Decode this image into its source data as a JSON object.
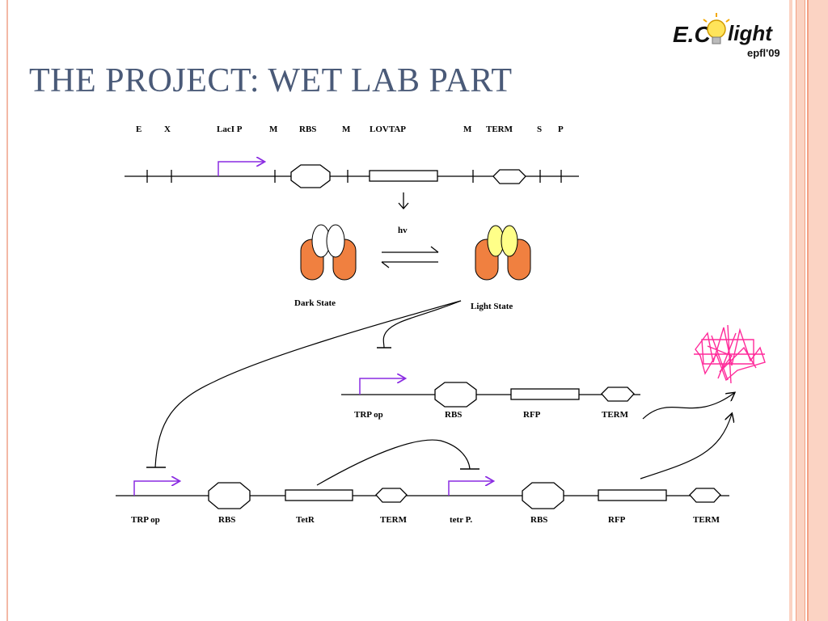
{
  "slide": {
    "title": "THE PROJECT: WET LAB PART",
    "colors": {
      "title": "#4a5a78",
      "border": "#f3b9a6",
      "stripe_light": "#fbd3c3",
      "stripe_dark": "#f2a084",
      "promoter_arrow": "#8a2be2",
      "orange": "#f08040",
      "yellow": "#ffff88",
      "pink": "#ff2a9a"
    },
    "logo": {
      "icon": "lightbulb-icon",
      "text_left": "E.C",
      "text_right": "light",
      "subtext": "epfl'09"
    }
  },
  "diagram": {
    "construct1_labels": [
      "E",
      "X",
      "LacI P",
      "M",
      "RBS",
      "M",
      "LOVTAP",
      "M",
      "TERM",
      "S",
      "P"
    ],
    "hv_label": "hv",
    "dark_state_label": "Dark State",
    "light_state_label": "Light State",
    "construct2_labels": [
      "TRP op",
      "RBS",
      "RFP",
      "TERM"
    ],
    "construct3_labels": [
      "TRP op",
      "RBS",
      "TetR",
      "TERM",
      "tetr P.",
      "RBS",
      "RFP",
      "TERM"
    ]
  }
}
